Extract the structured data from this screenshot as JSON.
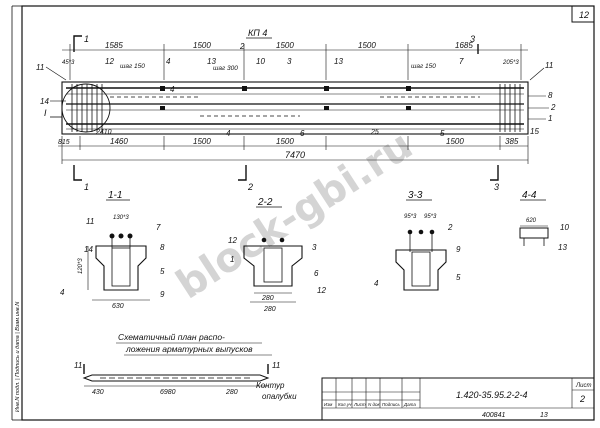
{
  "sheet": {
    "number": "12",
    "title_top": "КП 4",
    "stamp_code": "1.420-35.95.2-2-4",
    "sheet_label": "Лист",
    "sheet_value": "2",
    "inventory": "400841",
    "format_no": "13",
    "stamp_cols": [
      "Изм",
      "Кол.уч",
      "Лист",
      "N док",
      "Подпись",
      "Дата"
    ],
    "side_label": "Инв.N подл. | Подпись и дата | Взам.инв.N"
  },
  "watermark": "block-gbi.ru",
  "elevation": {
    "top_dims": [
      "1585",
      "1500",
      "1500",
      "1500",
      "1685"
    ],
    "dim_2": "2",
    "bottom_dims": [
      "815",
      "1460",
      "1500",
      "1500",
      "1500",
      "385"
    ],
    "total": "7470",
    "dim_2410": "2410",
    "dim_25": "25",
    "dim_45x3": "45*3",
    "dim_205x3": "205*3",
    "step_labels": [
      "шаг 150",
      "шаг 300",
      "шаг 150"
    ],
    "section_marks": [
      "1",
      "2",
      "3",
      "4"
    ],
    "callouts": [
      "11",
      "12",
      "13",
      "14",
      "4",
      "10",
      "3",
      "13",
      "7",
      "11",
      "8",
      "2",
      "1",
      "4",
      "6",
      "5",
      "15"
    ],
    "roman": "I"
  },
  "sections": [
    {
      "title": "1-1",
      "callouts": [
        "11",
        "7",
        "14",
        "8",
        "5",
        "4",
        "9"
      ],
      "dims": [
        "130*3",
        "630",
        "120*3"
      ]
    },
    {
      "title": "2-2",
      "callouts": [
        "12",
        "3",
        "1",
        "6",
        "12"
      ],
      "dims": [
        "280",
        "280"
      ]
    },
    {
      "title": "3-3",
      "callouts": [
        "2",
        "9",
        "4",
        "5"
      ],
      "dims": [
        "95*3",
        "95*3"
      ]
    },
    {
      "title": "4-4",
      "callouts": [
        "10",
        "13"
      ],
      "dims": [
        "620"
      ]
    }
  ],
  "scheme": {
    "caption_line1": "Схематичный план распо-",
    "caption_line2": "ложения арматурных выпусков",
    "left_mark": "11",
    "right_mark": "11",
    "dims": [
      "430",
      "6980",
      "280"
    ],
    "contour_line1": "Контур",
    "contour_line2": "опалубки"
  }
}
